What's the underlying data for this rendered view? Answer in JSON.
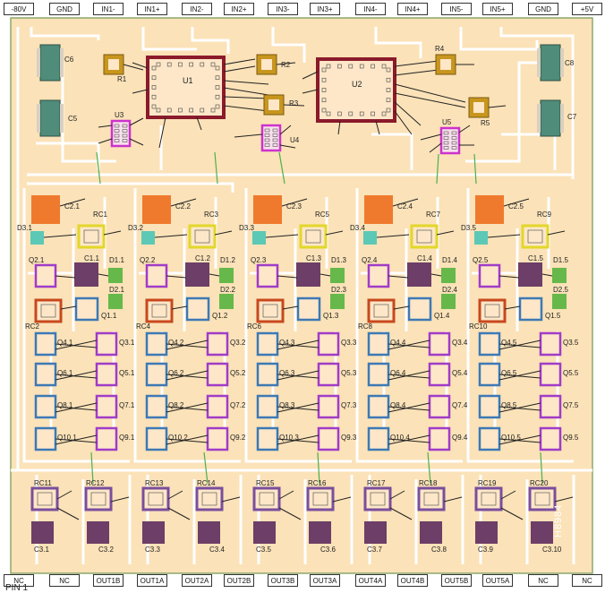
{
  "top_pins": [
    "-80V",
    "GND",
    "IN1-",
    "IN1+",
    "IN2-",
    "IN2+",
    "IN3-",
    "IN3+",
    "IN4-",
    "IN4+",
    "IN5-",
    "IN5+",
    "GND",
    "+5V"
  ],
  "bottom_pins": [
    "NC",
    "NC",
    "OUT1B",
    "OUT1A",
    "OUT2A",
    "OUT2B",
    "OUT3B",
    "OUT3A",
    "OUT4A",
    "OUT4B",
    "OUT5B",
    "OUT5A",
    "NC",
    "NC"
  ],
  "pin1_label": "PIN 1",
  "chip_id": "H8984",
  "caps_left": [
    "C6",
    "C5"
  ],
  "caps_right": [
    "C8",
    "C7"
  ],
  "ic_labels": [
    "U1",
    "U2"
  ],
  "resistor_labels": [
    "R1",
    "R2",
    "R3",
    "R4",
    "R5"
  ],
  "small_ic_labels": [
    "U3",
    "U4",
    "U5"
  ],
  "channels": [
    {
      "c2": "C2.1",
      "rc_a": "RC1",
      "d3": "D3.1",
      "q2": "Q2.1",
      "c1": "C1.1",
      "d1": "D1.1",
      "d2": "D2.1",
      "rc_b": "RC2",
      "q1": "Q1.1",
      "q4": "Q4.1",
      "q3": "Q3.1",
      "q6": "Q6.1",
      "q5": "Q5.1",
      "q8": "Q8.1",
      "q7": "Q7.1",
      "q10": "Q10.1",
      "q9": "Q9.1"
    },
    {
      "c2": "C2.2",
      "rc_a": "RC3",
      "d3": "D3.2",
      "q2": "Q2.2",
      "c1": "C1.2",
      "d1": "D1.2",
      "d2": "D2.2",
      "rc_b": "RC4",
      "q1": "Q1.2",
      "q4": "Q4.2",
      "q3": "Q3.2",
      "q6": "Q6.2",
      "q5": "Q5.2",
      "q8": "Q8.2",
      "q7": "Q7.2",
      "q10": "Q10.2",
      "q9": "Q9.2"
    },
    {
      "c2": "C2.3",
      "rc_a": "RC5",
      "d3": "D3.3",
      "q2": "Q2.3",
      "c1": "C1.3",
      "d1": "D1.3",
      "d2": "D2.3",
      "rc_b": "RC6",
      "q1": "Q1.3",
      "q4": "Q4.3",
      "q3": "Q3.3",
      "q6": "Q6.3",
      "q5": "Q5.3",
      "q8": "Q8.3",
      "q7": "Q7.3",
      "q10": "Q10.3",
      "q9": "Q9.3"
    },
    {
      "c2": "C2.4",
      "rc_a": "RC7",
      "d3": "D3.4",
      "q2": "Q2.4",
      "c1": "C1.4",
      "d1": "D1.4",
      "d2": "D2.4",
      "rc_b": "RC8",
      "q1": "Q1.4",
      "q4": "Q4.4",
      "q3": "Q3.4",
      "q6": "Q6.4",
      "q5": "Q5.4",
      "q8": "Q8.4",
      "q7": "Q7.4",
      "q10": "Q10.4",
      "q9": "Q9.4"
    },
    {
      "c2": "C2.5",
      "rc_a": "RC9",
      "d3": "D3.5",
      "q2": "Q2.5",
      "c1": "C1.5",
      "d1": "D1.5",
      "d2": "D2.5",
      "rc_b": "RC10",
      "q1": "Q1.5",
      "q4": "Q4.5",
      "q3": "Q3.5",
      "q6": "Q6.5",
      "q5": "Q5.5",
      "q8": "Q8.5",
      "q7": "Q7.5",
      "q10": "Q10.5",
      "q9": "Q9.5"
    }
  ],
  "outputs": [
    {
      "rc_l": "RC11",
      "rc_r": "RC12",
      "c_l": "C3.1",
      "c_r": "C3.2"
    },
    {
      "rc_l": "RC13",
      "rc_r": "RC14",
      "c_l": "C3.3",
      "c_r": "C3.4"
    },
    {
      "rc_l": "RC15",
      "rc_r": "RC16",
      "c_l": "C3.5",
      "c_r": "C3.6"
    },
    {
      "rc_l": "RC17",
      "rc_r": "RC18",
      "c_l": "C3.7",
      "c_r": "C3.8"
    },
    {
      "rc_l": "RC19",
      "rc_r": "RC20",
      "c_l": "C3.9",
      "c_r": "C3.10"
    }
  ],
  "colors": {
    "substrate": "#fbe2b8",
    "trace": "#ffffff",
    "ic_outline": "#8b1a2b",
    "resistor": "#c8961e",
    "small_ic": "#cc33cc",
    "transistor_blue": "#3d79b5",
    "transistor_purple": "#a03cc8",
    "cap_dark": "#6d3e67",
    "cap_orange": "#ef7a2e",
    "diode_teal": "#5cc8b6",
    "diode_green": "#66b84a",
    "rc_yellow": "#e2d72a",
    "rc_red": "#c8481e",
    "chip_cap": "#4f8c7a"
  }
}
